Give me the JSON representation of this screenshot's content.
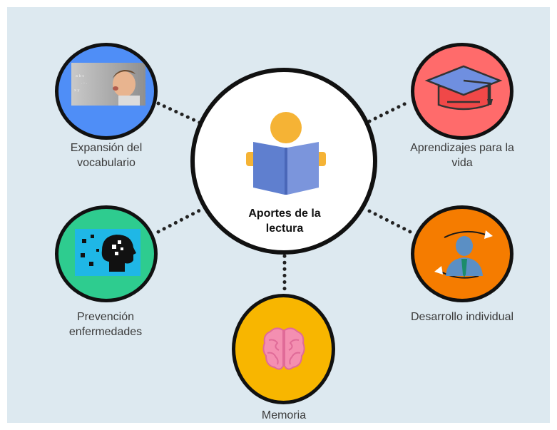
{
  "center": {
    "label": "Aportes de la lectura"
  },
  "nodes": {
    "vocabulario": {
      "label": "Expansión del vocabulario",
      "color": "#4f8ef7"
    },
    "aprendizajes": {
      "label": "Aprendizajes para la vida",
      "color": "#ff6b6b"
    },
    "prevencion": {
      "label": "Prevención enfermedades",
      "color": "#2ecc8f"
    },
    "desarrollo": {
      "label": "Desarrollo individual",
      "color": "#f57c00"
    },
    "memoria": {
      "label": "Memoria",
      "color": "#f8b600"
    }
  }
}
